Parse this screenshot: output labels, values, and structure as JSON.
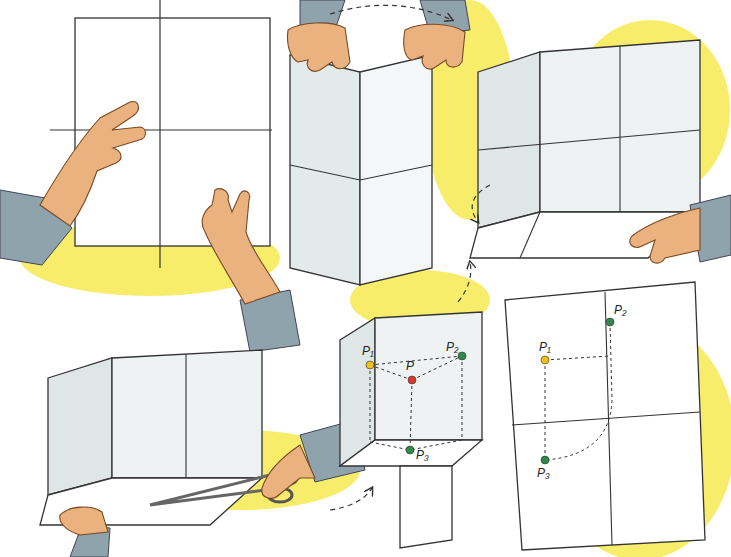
{
  "diagram": {
    "labels": [
      "P₁",
      "P",
      "P₂",
      "P₃",
      "P₁",
      "P₂",
      "P₃"
    ]
  }
}
